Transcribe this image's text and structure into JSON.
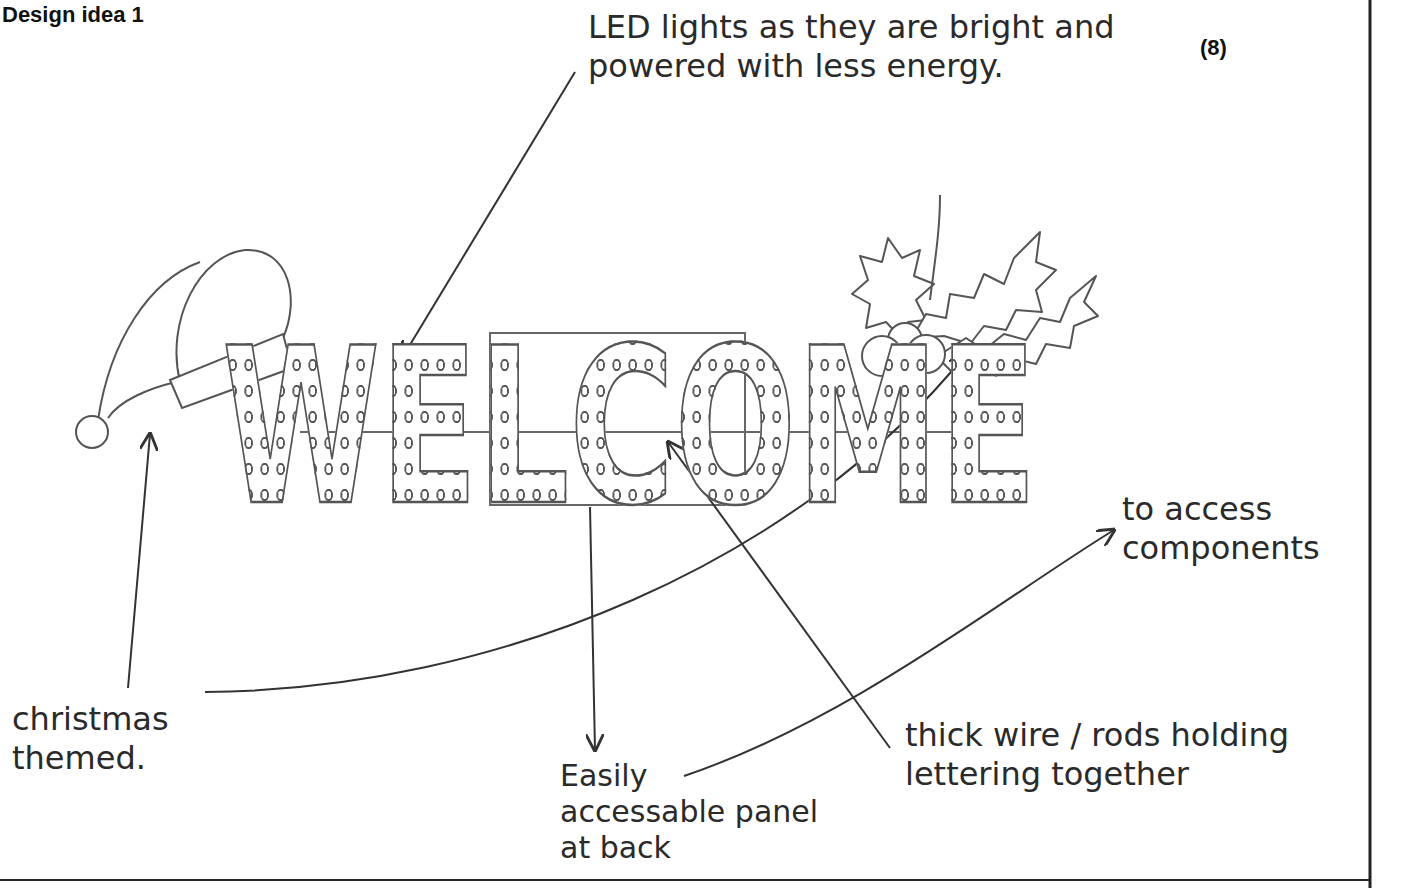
{
  "diagram": {
    "title": "Design idea 1",
    "labels": [
      "(8)",
      "LED lights as they are bright and powered with less energy.",
      "WELCOME",
      "to access components",
      "christmas themed.",
      "Easily accessable panel at back",
      "thick wire / rods holding lettering together"
    ]
  }
}
